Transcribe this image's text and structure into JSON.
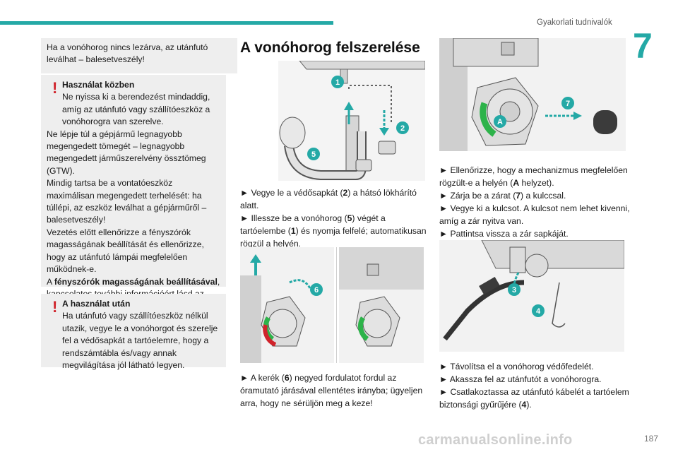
{
  "header": {
    "section_title": "Gyakorlati tudnivalók",
    "chapter_number": "7",
    "accent_color": "#24a9a6"
  },
  "footer": {
    "page_number": "187",
    "watermark": "carmanualsonline.info"
  },
  "left_column": {
    "intro_box": "Ha a vonóhorog nincs lezárva, az utánfutó leválhat – balesetveszély!",
    "warning_during_use": {
      "icon": "warning-exclamation-icon",
      "title": "Használat közben",
      "lines": [
        "Ne nyissa ki a berendezést mindaddig, amíg az utánfutó vagy szállítóeszköz a vonóhorogra van szerelve.",
        "Ne lépje túl a gépjármű legnagyobb megengedett tömegét – legnagyobb megengedett járműszerelvény össztömeg (GTW).",
        "Mindig tartsa be a vontatóeszköz maximálisan megengedett terhelését: ha túllépi, az eszköz leválhat a gépjárműről – balesetveszély!",
        "Vezetés előtt ellenőrizze a fényszórók magasságának beállítását és ellenőrizze, hogy az utánfutó lámpái megfelelően működnek-e."
      ],
      "ref_prefix": "A ",
      "ref_bold": "fényszórók magasságának beállításával",
      "ref_suffix": ", kapcsolatos további információért lásd az idevonatkozó fejezetet."
    },
    "warning_after_use": {
      "icon": "warning-exclamation-icon",
      "title": "A használat után",
      "text": "Ha utánfutó vagy szállítóeszköz nélkül utazik, vegye le a vonóhorgot és szerelje fel a védősapkát a tartóelemre, hogy a rendszámtábla és/vagy annak megvilágítása jól látható legyen."
    }
  },
  "middle_column": {
    "title": "A vonóhorog felszerelése",
    "step_a": [
      {
        "pre": "► Vegye le a védősapkát (",
        "b": "2",
        "post": ") a hátsó lökhárító alatt."
      },
      {
        "pre": "► Illessze be a vonóhorog (",
        "b": "5",
        "mid": ") végét a tartóelembe (",
        "b2": "1",
        "post": ") és nyomja felfelé; automatikusan rögzül a helyén."
      }
    ],
    "step_b": {
      "pre": "► A kerék (",
      "b": "6",
      "post": ") negyed fordulatot fordul az óramutató járásával ellentétes irányba; ügyeljen arra, hogy ne sérüljön meg a keze!"
    },
    "figure1_callouts": [
      "1",
      "2",
      "5"
    ],
    "figure2_callouts": [
      "6"
    ]
  },
  "right_column": {
    "figure1_callouts": [
      "7",
      "A"
    ],
    "steps_a": [
      {
        "pre": "► Ellenőrizze, hogy a mechanizmus megfelelően rögzült-e a helyén (",
        "b": "A",
        "post": " helyzet)."
      },
      {
        "pre": "► Zárja be a zárat (",
        "b": "7",
        "post": ") a kulccsal."
      },
      {
        "pre": "► Vegye ki a kulcsot. A kulcsot nem lehet kivenni, amíg a zár nyitva van.",
        "b": "",
        "post": ""
      },
      {
        "pre": "► Pattintsa vissza a zár sapkáját.",
        "b": "",
        "post": ""
      }
    ],
    "figure2_callouts": [
      "3",
      "4"
    ],
    "steps_b": [
      {
        "pre": "► Távolítsa el a vonóhorog védőfedelét.",
        "b": "",
        "post": ""
      },
      {
        "pre": "► Akassza fel az utánfutót a vonóhorogra.",
        "b": "",
        "post": ""
      },
      {
        "pre": "► Csatlakoztassa az utánfutó kábelét a tartóelem biztonsági gyűrűjére (",
        "b": "4",
        "post": ")."
      }
    ]
  }
}
